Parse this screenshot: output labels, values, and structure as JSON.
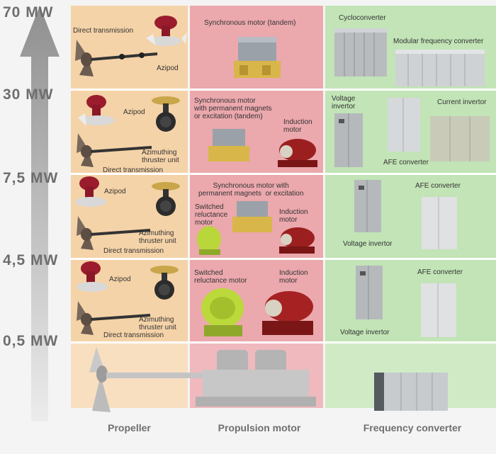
{
  "power_levels": [
    "70 MW",
    "30 MW",
    "7,5 MW",
    "4,5 MW",
    "0,5 MW"
  ],
  "columns": {
    "propeller": "Propeller",
    "motor": "Propulsion motor",
    "converter": "Frequency converter"
  },
  "rows": {
    "r70": {
      "propeller": {
        "direct": "Direct transmission",
        "azipod": "Azipod"
      },
      "motor": {
        "sync": "Synchronous motor (tandem)"
      },
      "converter": {
        "cyclo": "Cycloconverter",
        "modular": "Modular frequency converter"
      }
    },
    "r30": {
      "propeller": {
        "azipod": "Azipod",
        "thruster": "Azimuthing\nthruster unit",
        "direct": "Direct transmission"
      },
      "motor": {
        "sync": "Synchronous motor\nwith permanent magnets\nor excitation (tandem)",
        "induction": "Induction\nmotor"
      },
      "converter": {
        "voltage": "Voltage\ninvertor",
        "current": "Current invertor",
        "afe": "AFE converter"
      }
    },
    "r75": {
      "propeller": {
        "azipod": "Azipod",
        "thruster": "Azimuthing\nthruster unit",
        "direct": "Direct transmission"
      },
      "motor": {
        "sync": "Synchronous motor with\npermanent magnets  or excitation",
        "switched": "Switched\nreluctance\nmotor",
        "induction": "Induction\nmotor"
      },
      "converter": {
        "afe": "AFE converter",
        "voltage": "Voltage invertor"
      }
    },
    "r45": {
      "propeller": {
        "azipod": "Azipod",
        "thruster": "Azimuthing\nthruster unit",
        "direct": "Direct transmission"
      },
      "motor": {
        "switched": "Switched\nreluctance motor",
        "induction": "Induction\nmotor"
      },
      "converter": {
        "afe": "AFE converter",
        "voltage": "Voltage invertor"
      }
    }
  },
  "colors": {
    "propeller_bg": "#f5d2a6",
    "motor_bg": "#eba6ab",
    "converter_bg": "#bfe3b4",
    "arrow": "#9c9c9c"
  }
}
